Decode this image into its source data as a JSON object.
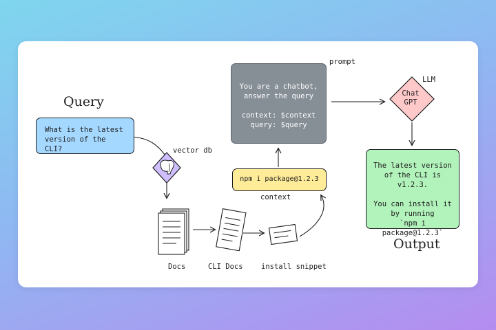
{
  "headings": {
    "query": "Query",
    "output": "Output"
  },
  "query_box": {
    "text": "What is the latest version of the CLI?"
  },
  "prompt_box": {
    "text": "You are a chatbot, answer the query\n\ncontext: $context\nquery: $query"
  },
  "npm_box": {
    "text": "npm i package@1.2.3"
  },
  "llm_node": {
    "text": "Chat\nGPT"
  },
  "output_box": {
    "text": "The latest version of the CLI is v1.2.3.\n\nYou can install it by running\n`npm i package@1.2.3`"
  },
  "labels": {
    "prompt": "prompt",
    "llm": "LLM",
    "vector_db": "vector db",
    "context": "context",
    "docs": "Docs",
    "cli_docs": "CLI Docs",
    "install_snippet": "install snippet"
  },
  "colors": {
    "query_fill": "#a5d8ff",
    "prompt_fill": "#868e96",
    "context_fill": "#ffec99",
    "llm_fill": "#ffc9c9",
    "output_fill": "#b2f2bb",
    "vector_db_fill": "#d0bfff"
  },
  "icons": {
    "vector_db": "postgres-elephant-icon",
    "docs": "document-stack-icon",
    "cli_docs": "document-pair-icon",
    "snippet": "snippet-note-icon"
  }
}
